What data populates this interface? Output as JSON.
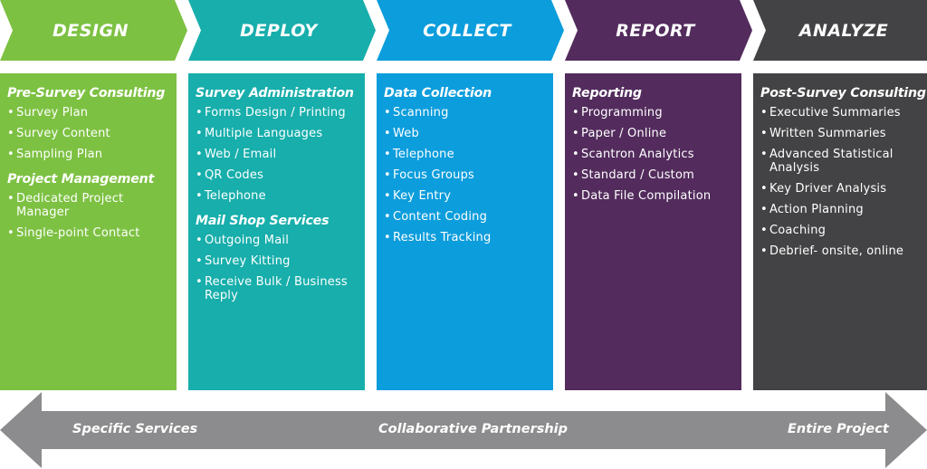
{
  "stages": [
    {
      "header": "DESIGN",
      "color": "#7dc142",
      "sections": [
        {
          "title": "Pre-Survey Consulting",
          "items": [
            "Survey Plan",
            "Survey Content",
            "Sampling Plan"
          ]
        },
        {
          "title": "Project Management",
          "items": [
            "Dedicated Project Manager",
            "Single-point Contact"
          ]
        }
      ]
    },
    {
      "header": "DEPLOY",
      "color": "#17aeab",
      "sections": [
        {
          "title": "Survey Administration",
          "items": [
            "Forms Design / Printing",
            "Multiple Languages",
            "Web / Email",
            "QR Codes",
            "Telephone"
          ]
        },
        {
          "title": "Mail Shop Services",
          "items": [
            "Outgoing Mail",
            "Survey Kitting",
            "Receive Bulk / Business Reply"
          ]
        }
      ]
    },
    {
      "header": "COLLECT",
      "color": "#0c9ddc",
      "sections": [
        {
          "title": "Data Collection",
          "items": [
            "Scanning",
            "Web",
            "Telephone",
            "Focus Groups",
            "Key Entry",
            "Content Coding",
            "Results Tracking"
          ]
        }
      ]
    },
    {
      "header": "REPORT",
      "color": "#532c5d",
      "sections": [
        {
          "title": "Reporting",
          "items": [
            "Programming",
            "Paper / Online",
            "Scantron Analytics",
            "Standard / Custom",
            "Data File Compilation"
          ]
        }
      ]
    },
    {
      "header": "ANALYZE",
      "color": "#434345",
      "sections": [
        {
          "title": "Post-Survey Consulting",
          "items": [
            "Executive Summaries",
            "Written Summaries",
            "Advanced Statistical Analysis",
            "Key Driver Analysis",
            "Action Planning",
            "Coaching",
            "Debrief- onsite, online"
          ]
        }
      ]
    }
  ],
  "bottom_arrow": {
    "color": "#8c8c8e",
    "left_label": "Specific Services",
    "center_label": "Collaborative Partnership",
    "right_label": "Entire Project"
  }
}
